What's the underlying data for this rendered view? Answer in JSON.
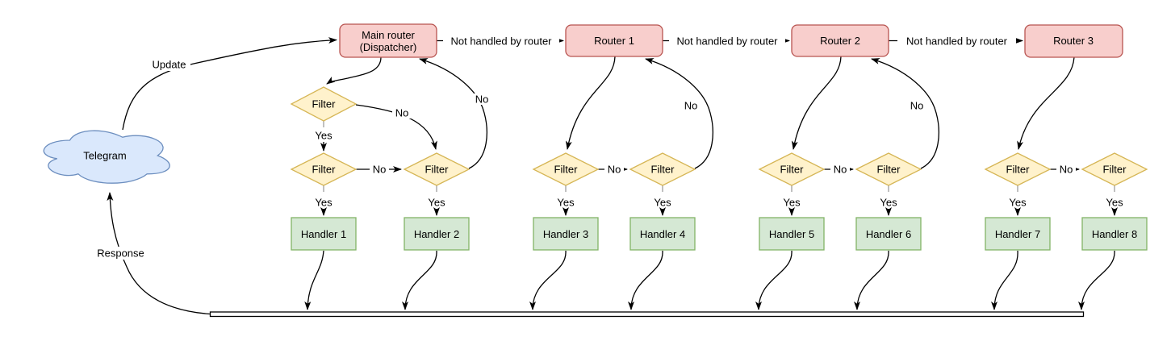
{
  "labels": {
    "update": "Update",
    "response": "Response",
    "yes": "Yes",
    "no": "No",
    "not_handled": "Not handled by router"
  },
  "nodes": {
    "telegram": "Telegram",
    "main_router_line1": "Main router",
    "main_router_line2": "(Dispatcher)",
    "routers": [
      "Router 1",
      "Router 2",
      "Router 3"
    ],
    "filter": "Filter",
    "handlers": [
      "Handler 1",
      "Handler 2",
      "Handler 3",
      "Handler 4",
      "Handler 5",
      "Handler 6",
      "Handler 7",
      "Handler 8"
    ]
  },
  "colors": {
    "router_fill": "#f8cecc",
    "router_stroke": "#b85450",
    "filter_fill": "#fff2cc",
    "filter_stroke": "#d6b656",
    "handler_fill": "#d5e8d4",
    "handler_stroke": "#82b366",
    "cloud_fill": "#dae8fc",
    "cloud_stroke": "#6c8ebf",
    "edge_color": "#000000"
  }
}
